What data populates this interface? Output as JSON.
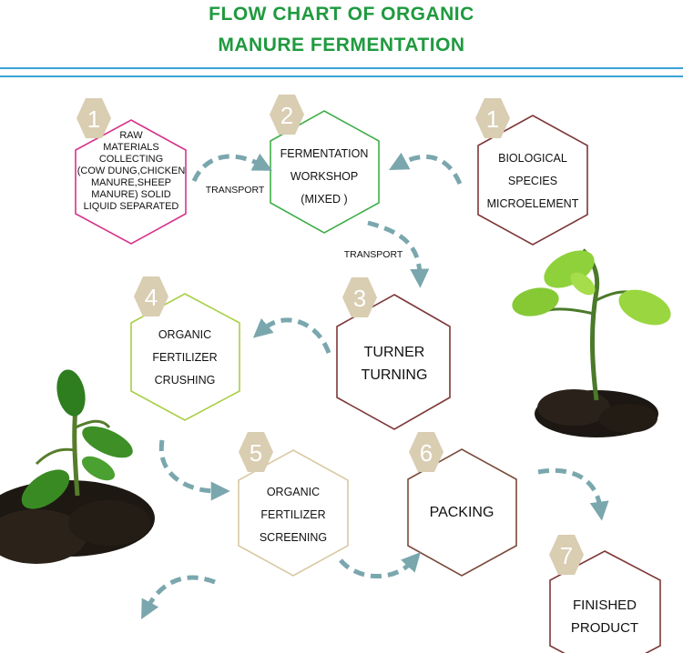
{
  "title": {
    "line1": "FLOW CHART OF ORGANIC",
    "line2": "MANURE FERMENTATION"
  },
  "colors": {
    "title": "#1f9a3f",
    "rule": "#3aa3d6",
    "arrow": "#7aa7ad",
    "badge": "#d9cdb2",
    "pink": "#d7338a",
    "green": "#3fae49",
    "maroon": "#7d3737",
    "lime": "#a8cf45",
    "tan": "#d9c9a3",
    "brown": "#7a4a3a"
  },
  "nodes": {
    "raw": {
      "number": "1",
      "lines": [
        "RAW",
        "MATERIALS",
        "COLLECTING",
        "(COW DUNG,CHICKEN",
        "MANURE,SHEEP",
        "MANURE) SOLID",
        "LIQUID SEPARATED"
      ]
    },
    "fermentation": {
      "number": "2",
      "lines": [
        "FERMENTATION",
        "WORKSHOP",
        "(MIXED )"
      ]
    },
    "biological": {
      "number": "1",
      "lines": [
        "BIOLOGICAL",
        "SPECIES",
        "MICROELEMENT"
      ]
    },
    "turner": {
      "number": "3",
      "lines": [
        "TURNER",
        "TURNING"
      ]
    },
    "crushing": {
      "number": "4",
      "lines": [
        "ORGANIC",
        "FERTILIZER",
        "CRUSHING"
      ]
    },
    "screening": {
      "number": "5",
      "lines": [
        "ORGANIC",
        "FERTILIZER",
        "SCREENING"
      ]
    },
    "packing": {
      "number": "6",
      "lines": [
        "PACKING"
      ]
    },
    "finished": {
      "number": "7",
      "lines": [
        "FINISHED",
        "PRODUCT"
      ]
    }
  },
  "labels": {
    "transport1": "TRANSPORT",
    "transport2": "TRANSPORT"
  }
}
